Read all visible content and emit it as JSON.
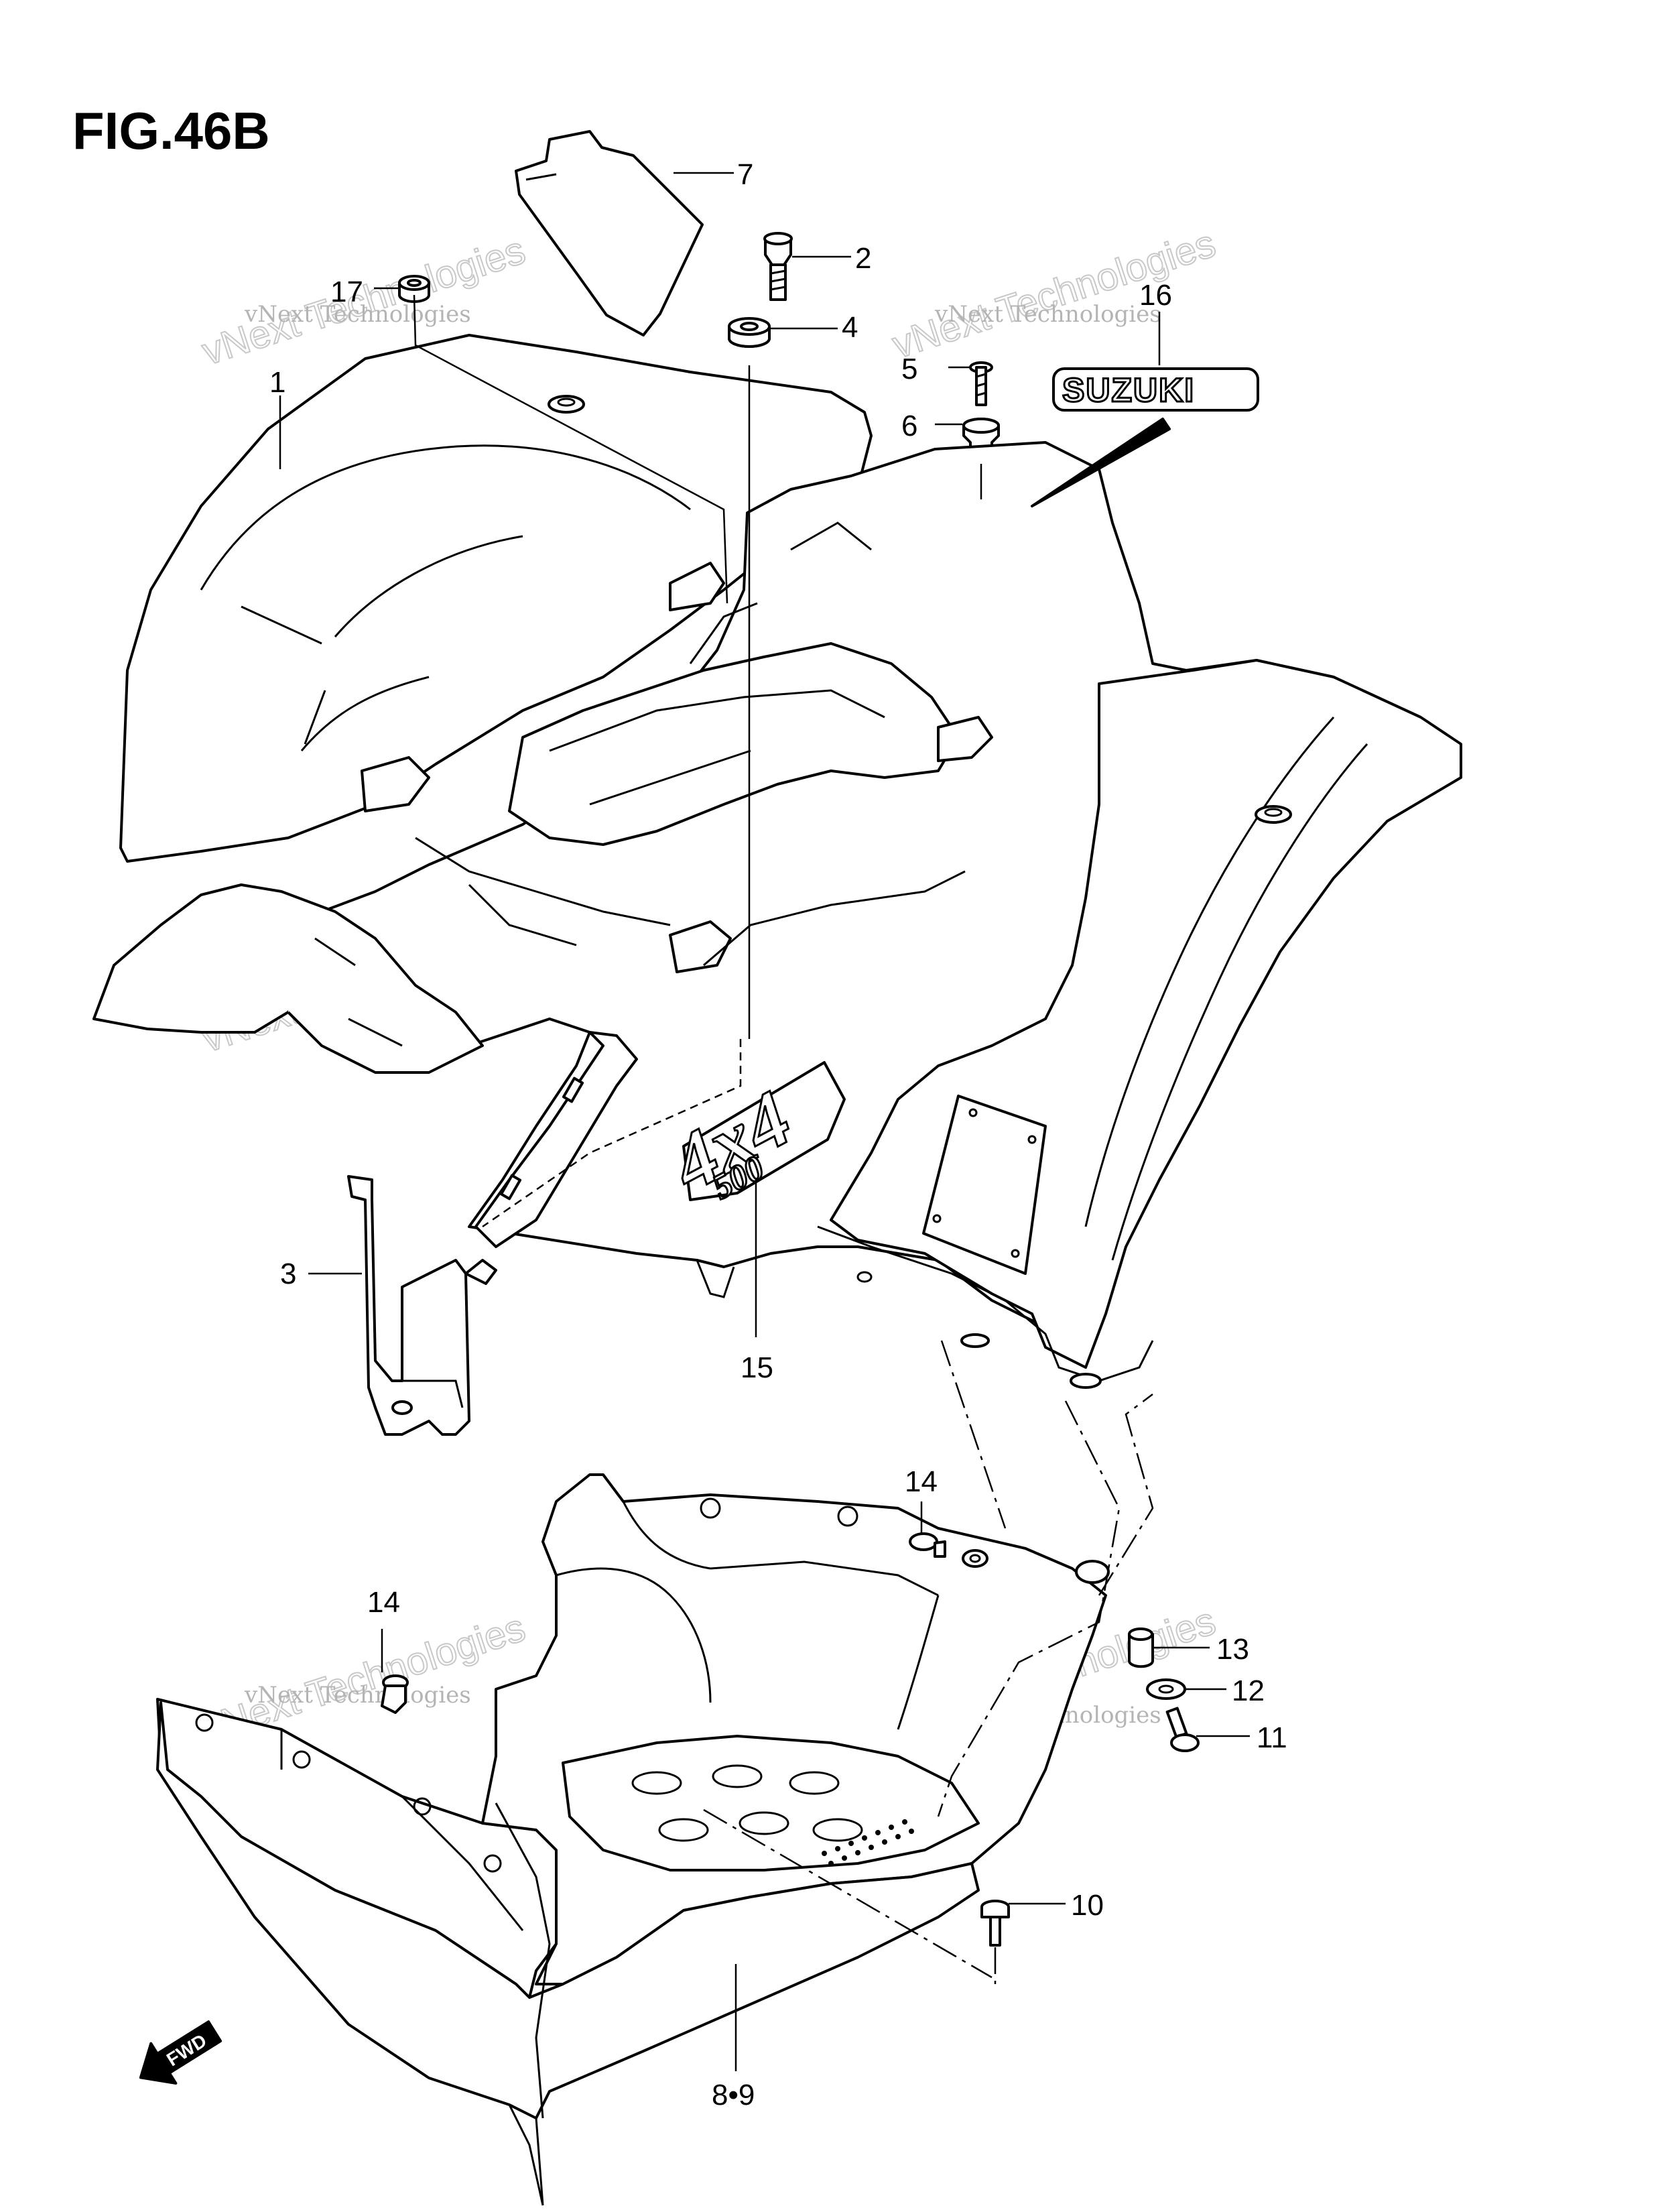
{
  "figure": {
    "title": "FIG.46B"
  },
  "callouts": [
    {
      "id": "c1",
      "label": "1"
    },
    {
      "id": "c2",
      "label": "2"
    },
    {
      "id": "c3",
      "label": "3"
    },
    {
      "id": "c4",
      "label": "4"
    },
    {
      "id": "c5",
      "label": "5"
    },
    {
      "id": "c6",
      "label": "6"
    },
    {
      "id": "c7",
      "label": "7"
    },
    {
      "id": "c8",
      "label": "8•9"
    },
    {
      "id": "c10",
      "label": "10"
    },
    {
      "id": "c11",
      "label": "11"
    },
    {
      "id": "c12",
      "label": "12"
    },
    {
      "id": "c13",
      "label": "13"
    },
    {
      "id": "c14a",
      "label": "14"
    },
    {
      "id": "c14b",
      "label": "14"
    },
    {
      "id": "c15",
      "label": "15"
    },
    {
      "id": "c16",
      "label": "16"
    },
    {
      "id": "c17",
      "label": "17"
    }
  ],
  "emblems": {
    "logo": "SUZUKI",
    "model_main": "4x4",
    "model_sub": "500"
  },
  "direction_arrow": {
    "label": "FWD"
  },
  "watermark": {
    "line1": "vNext Technologies",
    "line2": "vNext Technologies"
  }
}
